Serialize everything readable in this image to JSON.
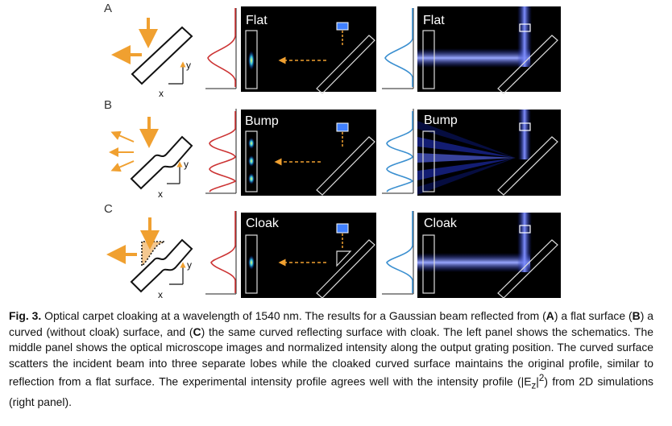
{
  "rows": [
    {
      "label": "A",
      "micro_title": "Flat",
      "sim_title": "Flat"
    },
    {
      "label": "B",
      "micro_title": "Bump",
      "sim_title": "Bump"
    },
    {
      "label": "C",
      "micro_title": "Cloak",
      "sim_title": "Cloak"
    }
  ],
  "axis": {
    "x": "x",
    "y": "y"
  },
  "colors": {
    "arrow": "#f0a030",
    "cloak_fill": "#f4c890",
    "exp_profile": "#cc3333",
    "sim_profile": "#3a8fd0",
    "panel_bg": "#000000",
    "beam": "#3848e0"
  },
  "caption": {
    "fig": "Fig. 3.",
    "p0": " Optical carpet cloaking at a wavelength of 1540 nm. The results for a Gaussian beam reflected from (",
    "A": "A",
    "p1": ") a flat surface (",
    "B": "B",
    "p2": ") a curved (without cloak) surface, and (",
    "C": "C",
    "p3": ") the same curved reflecting surface with cloak. The left panel shows the schematics. The middle panel shows the optical microscope images and normalized intensity along the output grating position. The curved surface scatters the incident beam into three separate lobes while the cloaked curved surface maintains the original profile, similar to reflection from a flat surface. The experimental intensity profile agrees well with the intensity profile (|E",
    "sub": "z",
    "p4": "|",
    "sup": "2",
    "p5": ") from 2D simulations (right panel)."
  }
}
